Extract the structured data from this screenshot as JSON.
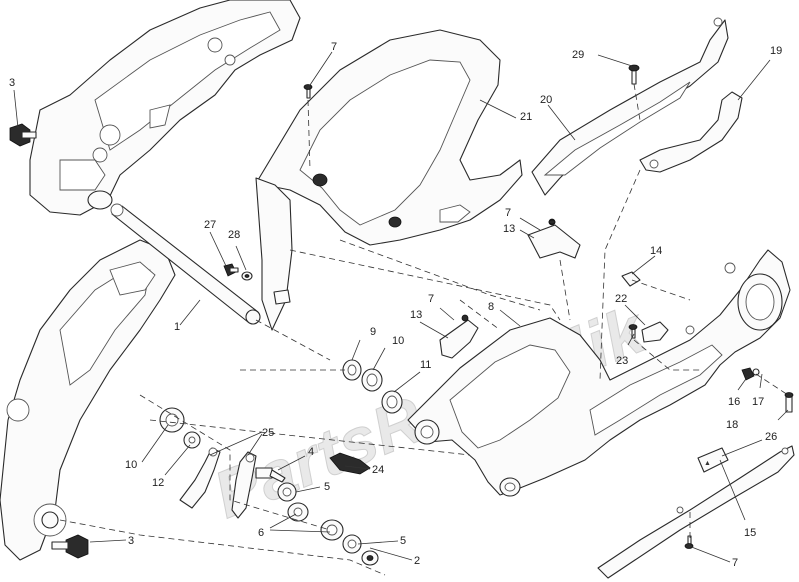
{
  "watermark": "PartsRepublik",
  "callouts": [
    {
      "id": "c-1",
      "label": "1"
    },
    {
      "id": "c-2",
      "label": "2"
    },
    {
      "id": "c-3a",
      "label": "3"
    },
    {
      "id": "c-3b",
      "label": "3"
    },
    {
      "id": "c-4",
      "label": "4"
    },
    {
      "id": "c-5a",
      "label": "5"
    },
    {
      "id": "c-5b",
      "label": "5"
    },
    {
      "id": "c-6",
      "label": "6"
    },
    {
      "id": "c-7a",
      "label": "7"
    },
    {
      "id": "c-7b",
      "label": "7"
    },
    {
      "id": "c-7c",
      "label": "7"
    },
    {
      "id": "c-7d",
      "label": "7"
    },
    {
      "id": "c-8",
      "label": "8"
    },
    {
      "id": "c-9",
      "label": "9"
    },
    {
      "id": "c-10a",
      "label": "10"
    },
    {
      "id": "c-10b",
      "label": "10"
    },
    {
      "id": "c-11",
      "label": "11"
    },
    {
      "id": "c-12",
      "label": "12"
    },
    {
      "id": "c-13a",
      "label": "13"
    },
    {
      "id": "c-13b",
      "label": "13"
    },
    {
      "id": "c-14",
      "label": "14"
    },
    {
      "id": "c-15",
      "label": "15"
    },
    {
      "id": "c-16",
      "label": "16"
    },
    {
      "id": "c-17",
      "label": "17"
    },
    {
      "id": "c-18",
      "label": "18"
    },
    {
      "id": "c-19",
      "label": "19"
    },
    {
      "id": "c-20",
      "label": "20"
    },
    {
      "id": "c-21",
      "label": "21"
    },
    {
      "id": "c-22",
      "label": "22"
    },
    {
      "id": "c-23",
      "label": "23"
    },
    {
      "id": "c-24",
      "label": "24"
    },
    {
      "id": "c-25",
      "label": "25"
    },
    {
      "id": "c-26",
      "label": "26"
    },
    {
      "id": "c-27",
      "label": "27"
    },
    {
      "id": "c-28",
      "label": "28"
    },
    {
      "id": "c-29",
      "label": "29"
    }
  ]
}
